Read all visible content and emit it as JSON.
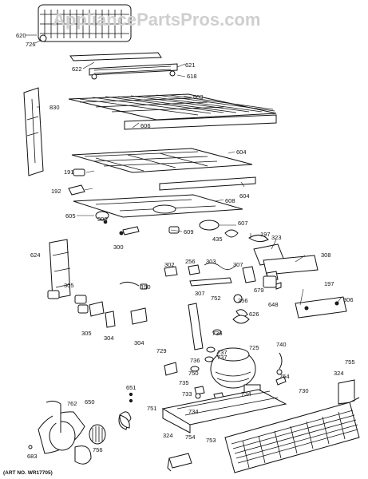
{
  "watermark": "AppliancePartsPros.com",
  "art_no": "(ART NO. WR17705)",
  "callouts": [
    {
      "id": "c620",
      "text": "620"
    },
    {
      "id": "c726",
      "text": "726"
    },
    {
      "id": "c622",
      "text": "622"
    },
    {
      "id": "c621",
      "text": "621"
    },
    {
      "id": "c618",
      "text": "618"
    },
    {
      "id": "c603",
      "text": "603"
    },
    {
      "id": "c830",
      "text": "830"
    },
    {
      "id": "c606",
      "text": "606"
    },
    {
      "id": "c604a",
      "text": "604"
    },
    {
      "id": "c191",
      "text": "191"
    },
    {
      "id": "c604b",
      "text": "604"
    },
    {
      "id": "c192",
      "text": "192"
    },
    {
      "id": "c608",
      "text": "608"
    },
    {
      "id": "c605",
      "text": "605"
    },
    {
      "id": "c607",
      "text": "607"
    },
    {
      "id": "c300a",
      "text": "300"
    },
    {
      "id": "c609",
      "text": "609"
    },
    {
      "id": "c435",
      "text": "435"
    },
    {
      "id": "c197a",
      "text": "197"
    },
    {
      "id": "c323",
      "text": "323"
    },
    {
      "id": "c300b",
      "text": "300"
    },
    {
      "id": "c624",
      "text": "624"
    },
    {
      "id": "c256a",
      "text": "256"
    },
    {
      "id": "c303",
      "text": "303"
    },
    {
      "id": "c308",
      "text": "308"
    },
    {
      "id": "c302",
      "text": "302"
    },
    {
      "id": "c307a",
      "text": "307"
    },
    {
      "id": "c305a",
      "text": "305"
    },
    {
      "id": "c190",
      "text": "190"
    },
    {
      "id": "c679",
      "text": "679"
    },
    {
      "id": "c197b",
      "text": "197"
    },
    {
      "id": "c307b",
      "text": "307"
    },
    {
      "id": "c752",
      "text": "752"
    },
    {
      "id": "c256b",
      "text": "256"
    },
    {
      "id": "c306",
      "text": "306"
    },
    {
      "id": "c648",
      "text": "648"
    },
    {
      "id": "c626",
      "text": "626"
    },
    {
      "id": "c305b",
      "text": "305"
    },
    {
      "id": "c304a",
      "text": "304"
    },
    {
      "id": "c304b",
      "text": "304"
    },
    {
      "id": "c736a",
      "text": "736"
    },
    {
      "id": "c737a",
      "text": "737"
    },
    {
      "id": "c725",
      "text": "725"
    },
    {
      "id": "c740",
      "text": "740"
    },
    {
      "id": "c729",
      "text": "729"
    },
    {
      "id": "c736b",
      "text": "736"
    },
    {
      "id": "c737b",
      "text": "737"
    },
    {
      "id": "c750",
      "text": "750"
    },
    {
      "id": "c755",
      "text": "755"
    },
    {
      "id": "c324a",
      "text": "324"
    },
    {
      "id": "c735",
      "text": "735"
    },
    {
      "id": "c764",
      "text": "764"
    },
    {
      "id": "c762",
      "text": "762"
    },
    {
      "id": "c650",
      "text": "650"
    },
    {
      "id": "c651",
      "text": "651"
    },
    {
      "id": "c733",
      "text": "733"
    },
    {
      "id": "c734a",
      "text": "734"
    },
    {
      "id": "c730",
      "text": "730"
    },
    {
      "id": "c751",
      "text": "751"
    },
    {
      "id": "c734b",
      "text": "734"
    },
    {
      "id": "c324b",
      "text": "324"
    },
    {
      "id": "c754",
      "text": "754"
    },
    {
      "id": "c753",
      "text": "753"
    },
    {
      "id": "c756",
      "text": "756"
    },
    {
      "id": "c683",
      "text": "683"
    }
  ]
}
